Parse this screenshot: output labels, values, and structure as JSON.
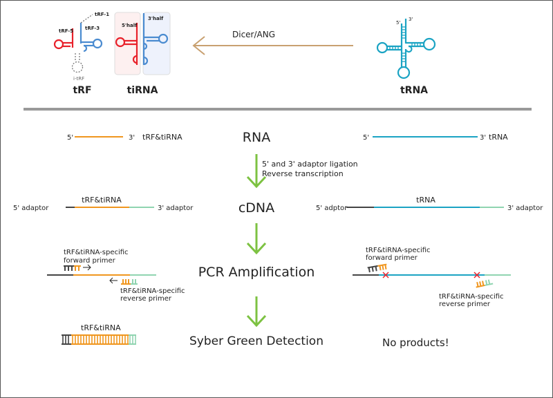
{
  "colors": {
    "orange": "#F0961E",
    "teal": "#1AA3C3",
    "adaptor_3": "#8FD4B0",
    "adaptor_5": "#444444",
    "arrow_green": "#7DC242",
    "red": "#E8202A",
    "blue": "#4A8BD0",
    "dicer_arrow": "#C8A070",
    "separator": "#999999"
  },
  "top": {
    "trf": {
      "title": "tRF",
      "labels": {
        "trf1": "tRF-1",
        "trf5": "tRF-5",
        "trf3": "tRF-3",
        "itrf": "i-tRF"
      }
    },
    "tirna": {
      "title": "tiRNA",
      "half5": "5'half",
      "half3": "3'half"
    },
    "trna": {
      "title": "tRNA",
      "end5": "5'",
      "end3": "3'"
    },
    "enzyme": "Dicer/ANG"
  },
  "steps": {
    "rna": {
      "label": "RNA",
      "left": {
        "end5": "5'",
        "end3": "3'",
        "name": "tRF&tiRNA"
      },
      "right": {
        "end5": "5'",
        "end3": "3'",
        "name": "tRNA"
      }
    },
    "ligation": {
      "line1": "5' and 3' adaptor ligation",
      "line2": "Reverse transcription"
    },
    "cdna": {
      "label": "cDNA",
      "left": {
        "name": "tRF&tiRNA",
        "adaptor5": "5' adaptor",
        "adaptor3": "3' adaptor"
      },
      "right": {
        "name": "tRNA",
        "adaptor5": "5' adptor",
        "adaptor3": "3' adaptor"
      }
    },
    "pcr": {
      "label": "PCR Amplification",
      "left": {
        "fwd1": "tRF&tiRNA-specific",
        "fwd2": "forward primer",
        "rev1": "tRF&tiRNA-specific",
        "rev2": "reverse primer"
      },
      "right": {
        "fwd1": "tRF&tiRNA-specific",
        "fwd2": "forward primer",
        "rev1": "tRF&tiRNA-specific",
        "rev2": "reverse primer"
      }
    },
    "detection": {
      "label": "Syber Green Detection",
      "left_name": "tRF&tiRNA",
      "right_result": "No products!"
    }
  }
}
